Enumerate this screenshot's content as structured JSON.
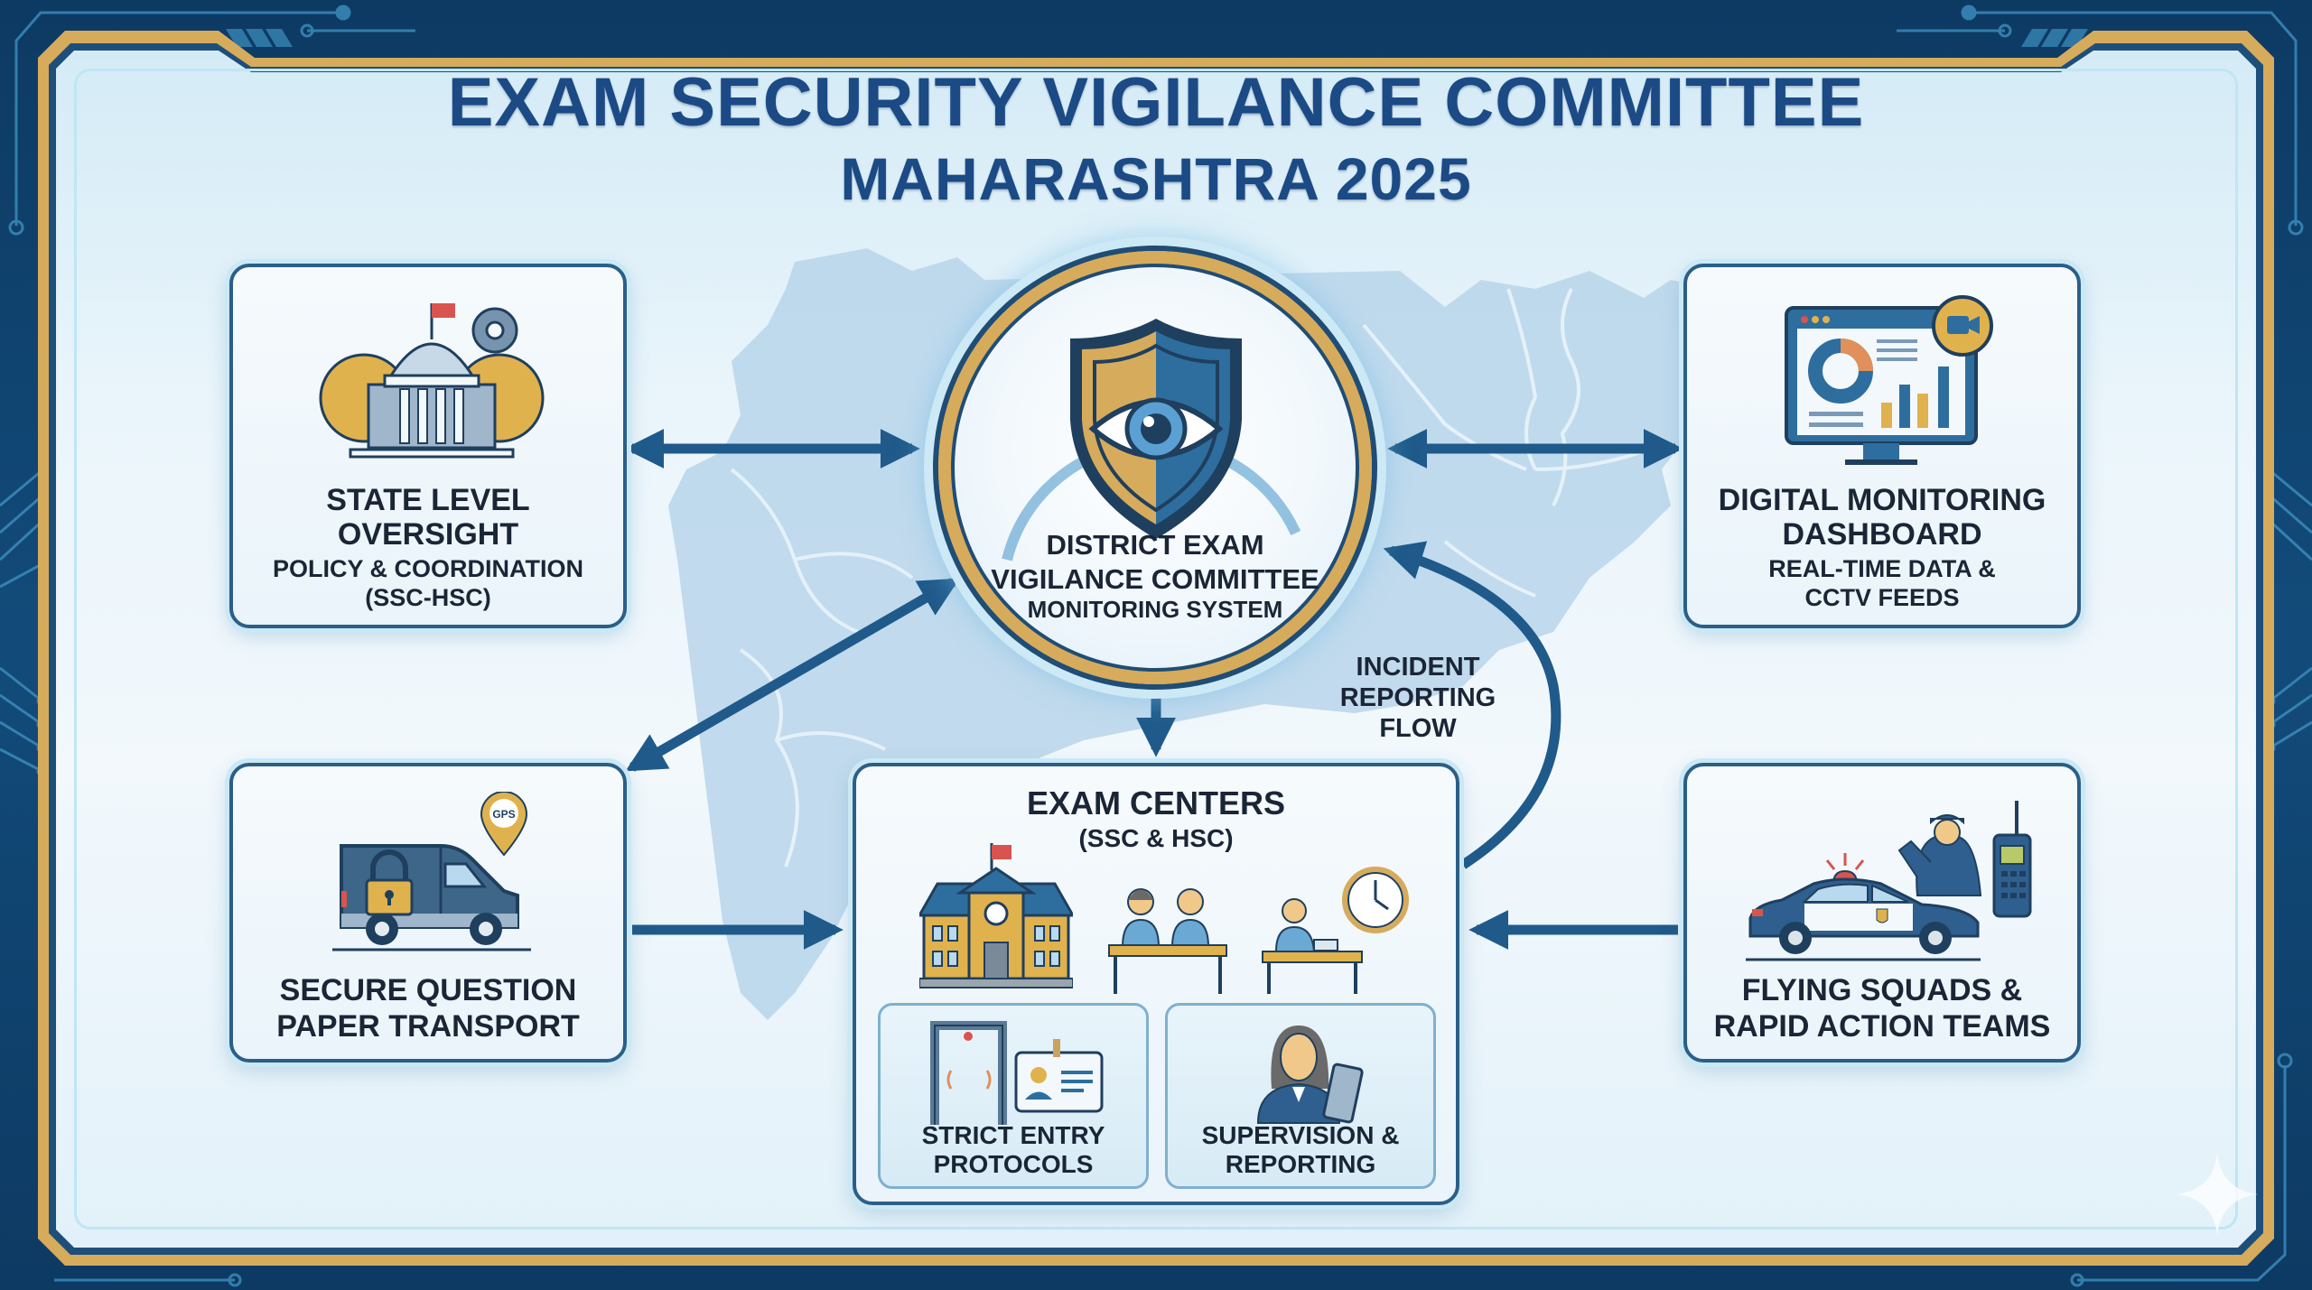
{
  "title": {
    "line1": "EXAM SECURITY VIGILANCE COMMITTEE",
    "line2": "MAHARASHTRA 2025"
  },
  "colors": {
    "navy": "#1b4a85",
    "frame_dark": "#0f3d66",
    "gold": "#d6ab5b",
    "arrow": "#1f5a8a",
    "text": "#1a2536",
    "map_fill": "#b9d5ea"
  },
  "hub": {
    "icon": "shield-eye-icon",
    "line1": "DISTRICT EXAM",
    "line2": "VIGILANCE COMMITTEE",
    "line3": "MONITORING SYSTEM"
  },
  "nodes": {
    "state": {
      "icon": "government-building-gears-icon",
      "title_line1": "STATE LEVEL",
      "title_line2": "OVERSIGHT",
      "sub_line1": "POLICY & COORDINATION",
      "sub_line2": "(SSC-HSC)"
    },
    "dashboard": {
      "icon": "monitor-dashboard-camera-icon",
      "title_line1": "DIGITAL MONITORING",
      "title_line2": "DASHBOARD",
      "sub_line1": "REAL-TIME DATA &",
      "sub_line2": "CCTV FEEDS"
    },
    "transport": {
      "icon": "secure-van-gps-icon",
      "gps_label": "GPS",
      "title_line1": "SECURE QUESTION",
      "title_line2": "PAPER TRANSPORT"
    },
    "exam_centers": {
      "title": "EXAM CENTERS",
      "subtitle": "(SSC & HSC)",
      "icons": [
        "school-building-icon",
        "students-at-desk-icon",
        "student-writing-clock-icon"
      ],
      "subcards": [
        {
          "icon": "metal-detector-id-card-icon",
          "line1": "STRICT ENTRY",
          "line2": "PROTOCOLS"
        },
        {
          "icon": "supervisor-tablet-icon",
          "line1": "SUPERVISION &",
          "line2": "REPORTING"
        }
      ]
    },
    "squads": {
      "icon": "police-car-officer-radio-icon",
      "title_line1": "FLYING SQUADS &",
      "title_line2": "RAPID ACTION TEAMS"
    }
  },
  "flows": {
    "incident_label_1": "INCIDENT",
    "incident_label_2": "REPORTING",
    "incident_label_3": "FLOW",
    "edges": [
      {
        "from": "state",
        "to": "hub",
        "type": "bidirectional"
      },
      {
        "from": "hub",
        "to": "dashboard",
        "type": "bidirectional"
      },
      {
        "from": "hub",
        "to": "transport",
        "type": "bidirectional"
      },
      {
        "from": "hub",
        "to": "exam_centers",
        "type": "directed"
      },
      {
        "from": "transport",
        "to": "exam_centers",
        "type": "directed"
      },
      {
        "from": "squads",
        "to": "exam_centers",
        "type": "directed"
      },
      {
        "from": "exam_centers",
        "to": "hub",
        "type": "directed",
        "label": "INCIDENT REPORTING FLOW"
      }
    ]
  }
}
